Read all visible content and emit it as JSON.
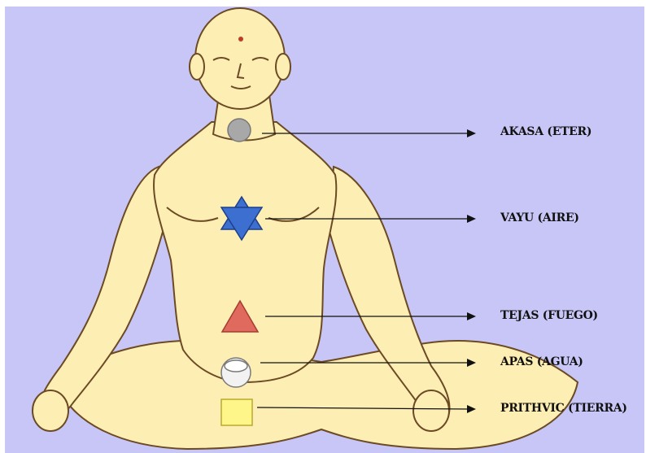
{
  "colors": {
    "background": "#c7c6f6",
    "skin": "#fdeeb4",
    "skin_shade": "#f3cf86",
    "outline": "#6b4a24",
    "akasa": "#a8a8a8",
    "vayu": "#3d6fd0",
    "tejas": "#e06a5d",
    "apas": "#f2f2f2",
    "prithvi": "#fff68a",
    "arrow": "#111111"
  },
  "elements": [
    {
      "id": "akasa",
      "label": "AKASA (ETER)",
      "symbol": "circle"
    },
    {
      "id": "vayu",
      "label": "VAYU (AIRE)",
      "symbol": "hexagram"
    },
    {
      "id": "tejas",
      "label": "TEJAS (FUEGO)",
      "symbol": "triangle"
    },
    {
      "id": "apas",
      "label": "APAS (AGUA)",
      "symbol": "crescent"
    },
    {
      "id": "prithvi",
      "label": "PRITHVIC (TIERRA)",
      "symbol": "square"
    }
  ]
}
